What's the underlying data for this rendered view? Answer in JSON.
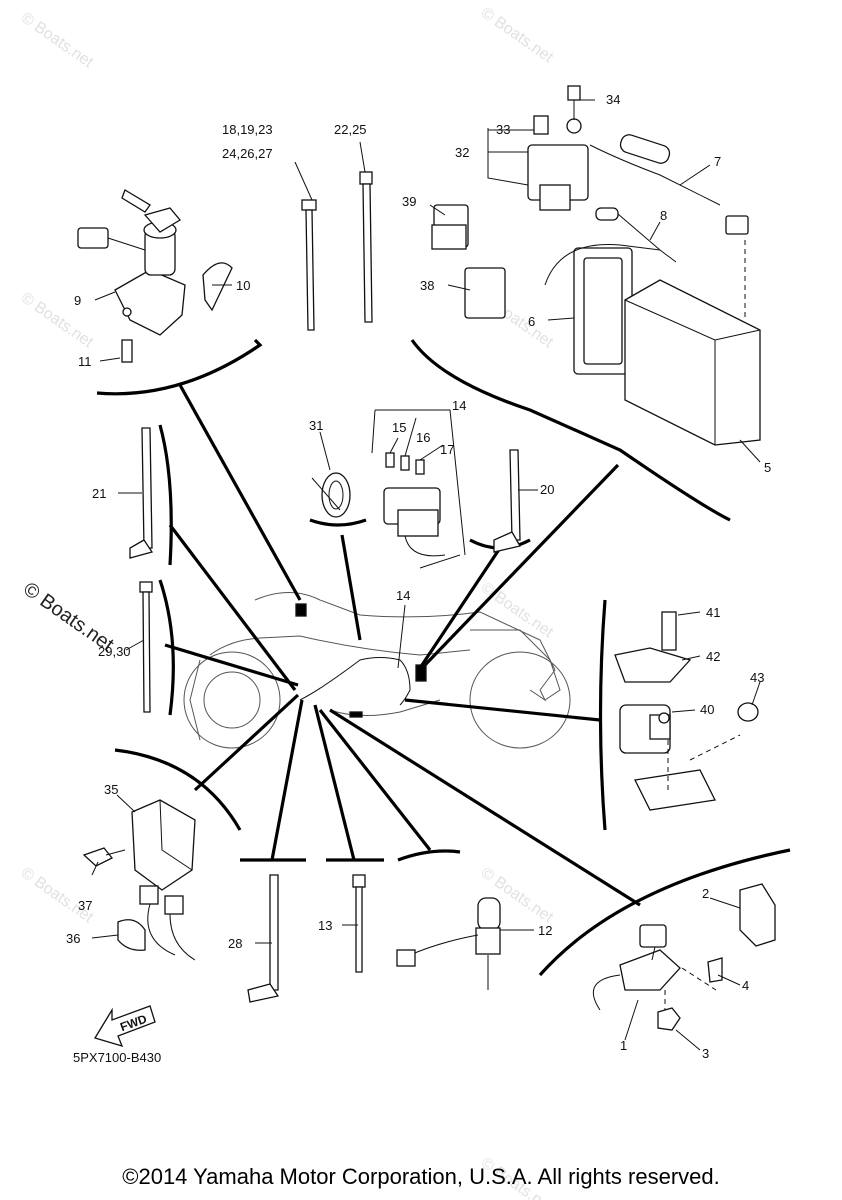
{
  "diagram": {
    "callouts": {
      "c1": "1",
      "c2": "2",
      "c3": "3",
      "c4": "4",
      "c5": "5",
      "c6": "6",
      "c7": "7",
      "c8": "8",
      "c9": "9",
      "c10": "10",
      "c11": "11",
      "c12": "12",
      "c13": "13",
      "c14a": "14",
      "c14b": "14",
      "c15": "15",
      "c16": "16",
      "c17": "17",
      "c18": "18,19,23",
      "c24": "24,26,27",
      "c20": "20",
      "c21": "21",
      "c22": "22,25",
      "c28": "28",
      "c29": "29,30",
      "c31": "31",
      "c32": "32",
      "c33": "33",
      "c34": "34",
      "c35": "35",
      "c36": "36",
      "c37": "37",
      "c38": "38",
      "c39": "39",
      "c40": "40",
      "c41": "41",
      "c42": "42",
      "c43": "43"
    },
    "fwd_label": "FWD",
    "diagram_code": "5PX7100-B430",
    "watermark": "© Boats.net",
    "copyright": "©2014 Yamaha Motor Corporation, U.S.A. All rights reserved."
  }
}
